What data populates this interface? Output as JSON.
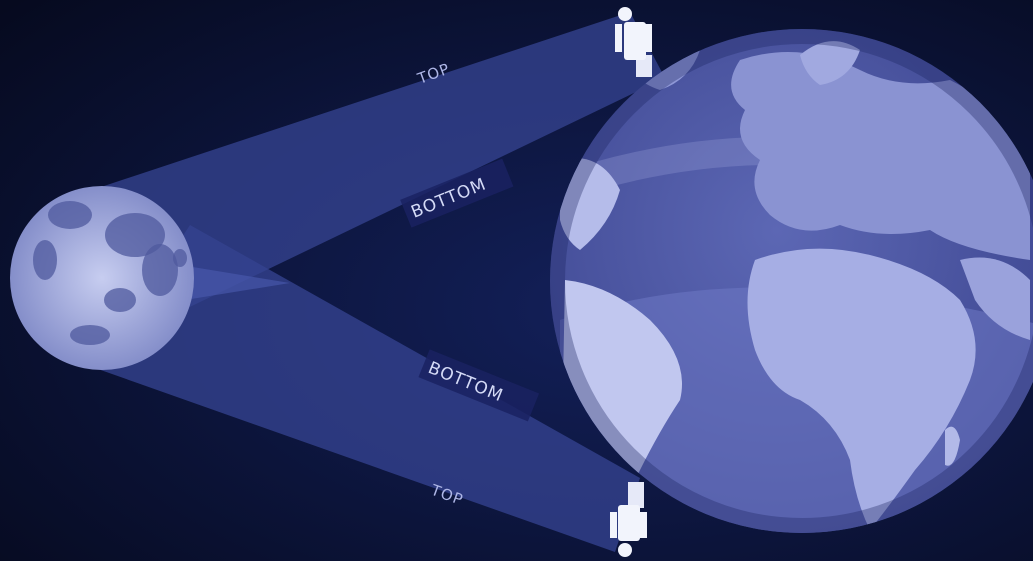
{
  "diagram": {
    "labels": {
      "upper_top": "TOP",
      "upper_bottom": "BOTTOM",
      "lower_bottom": "BOTTOM",
      "lower_top": "TOP"
    }
  },
  "colors": {
    "background": "#0a0f2a",
    "beam": "#3b4a9a",
    "earth_ocean": "#4a54a0",
    "earth_land": "#8e97d6",
    "moon": "#9aa3d8",
    "label_text": "#c9cff0"
  }
}
